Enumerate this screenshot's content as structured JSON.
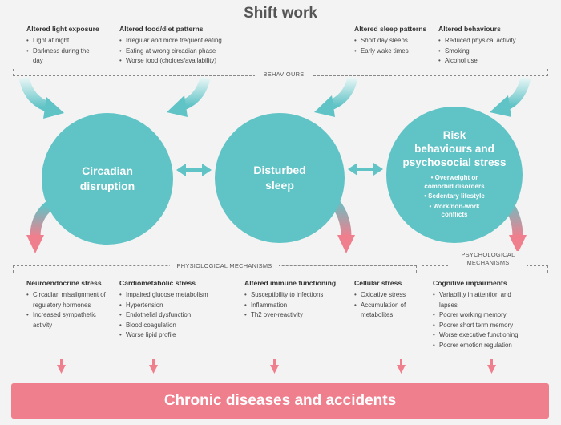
{
  "title": "Shift work",
  "top_columns": [
    {
      "heading": "Altered light exposure",
      "items": [
        "Light at night",
        "Darkness during the day"
      ]
    },
    {
      "heading": "Altered food/diet patterns",
      "items": [
        "Irregular and more frequent eating",
        "Eating at wrong circadian phase",
        "Worse food (choices/availability)"
      ]
    },
    {
      "heading": "Altered sleep patterns",
      "items": [
        "Short day sleeps",
        "Early wake times"
      ]
    },
    {
      "heading": "Altered behaviours",
      "items": [
        "Reduced physical activity",
        "Smoking",
        "Alcohol use"
      ]
    }
  ],
  "behaviours_label": "BEHAVIOURS",
  "circles": [
    {
      "label": "Circadian\ndisruption"
    },
    {
      "label": "Disturbed\nsleep"
    },
    {
      "label": "Risk\nbehaviours and\npsychosocial stress",
      "items": [
        "• Overweight or\ncomorbid disorders",
        "• Sedentary lifestyle",
        "• Work/non-work\nconflicts"
      ]
    }
  ],
  "physiological_label": "PHYSIOLOGICAL MECHANISMS",
  "psychological_label": "PSYCHOLOGICAL\nMECHANISMS",
  "bottom_columns": [
    {
      "heading": "Neuroendocrine stress",
      "items": [
        "Circadian misalignment of regulatory hormones",
        "Increased sympathetic activity"
      ]
    },
    {
      "heading": "Cardiometabolic stress",
      "items": [
        "Impaired glucose metabolism",
        "Hypertension",
        "Endothelial dysfunction",
        "Blood coagulation",
        "Worse lipid profile"
      ]
    },
    {
      "heading": "Altered immune functioning",
      "items": [
        "Susceptibility to infections",
        "Inflammation",
        "Th2 over-reactivity"
      ]
    },
    {
      "heading": "Cellular stress",
      "items": [
        "Oxidative stress",
        "Accumulation of metabolites"
      ]
    },
    {
      "heading": "Cognitive impairments",
      "items": [
        "Variability in attention and lapses",
        "Poorer working memory",
        "Poorer short term memory",
        "Worse executive functioning",
        "Poorer emotion regulation"
      ]
    }
  ],
  "banner": "Chronic diseases and accidents",
  "colors": {
    "teal": "#60c3c6",
    "pink": "#f07f8e",
    "background": "#f3f3f3"
  }
}
